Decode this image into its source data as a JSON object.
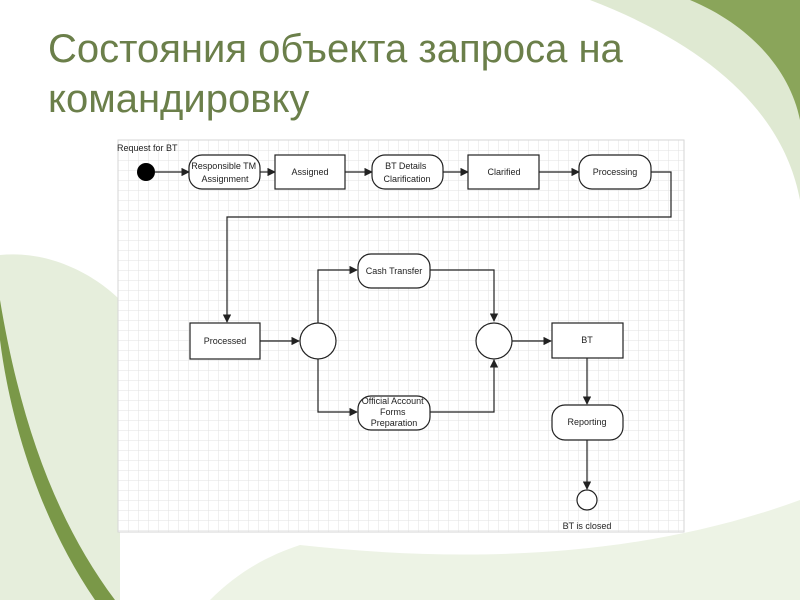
{
  "slide": {
    "title": "Состояния объекта запроса на командировку"
  },
  "diagram": {
    "start_label": "Request for BT",
    "states": {
      "responsible_tm": [
        "Responsible TM",
        "Assignment"
      ],
      "assigned": [
        "Assigned"
      ],
      "bt_details": [
        "BT Details",
        "Clarification"
      ],
      "clarified": [
        "Clarified"
      ],
      "processing": [
        "Processing"
      ],
      "processed": [
        "Processed"
      ],
      "cash_transfer": [
        "Cash Transfer"
      ],
      "official_forms": [
        "Official Account",
        "Forms",
        "Preparation"
      ],
      "bt": [
        "BT"
      ],
      "reporting": [
        "Reporting"
      ]
    },
    "end_label": "BT is closed"
  },
  "colors": {
    "title": "#6b7f4a",
    "accent_green": "#6f8f3a",
    "light_green": "#dfe9d2",
    "diagram_line": "#222222",
    "grid": "#e2e2e2"
  }
}
